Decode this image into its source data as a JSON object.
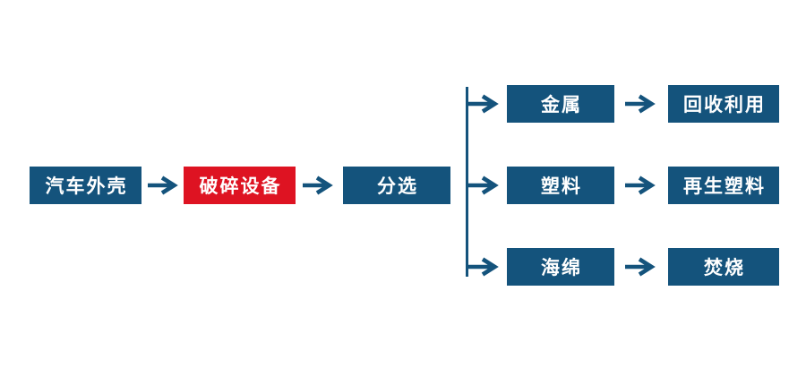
{
  "diagram": {
    "type": "flowchart",
    "subject": "car-shell-recycling-process",
    "colors": {
      "primary": "#14537C",
      "highlight": "#DE1322",
      "text": "#FFFFFF",
      "background": "#FFFFFF"
    },
    "main_flow": [
      {
        "id": "source",
        "label": "汽车外壳"
      },
      {
        "id": "crusher",
        "label": "破碎设备",
        "highlighted": true
      },
      {
        "id": "sorting",
        "label": "分选"
      }
    ],
    "branches": [
      {
        "material": "金属",
        "result": "回收利用"
      },
      {
        "material": "塑料",
        "result": "再生塑料"
      },
      {
        "material": "海绵",
        "result": "焚烧"
      }
    ]
  }
}
